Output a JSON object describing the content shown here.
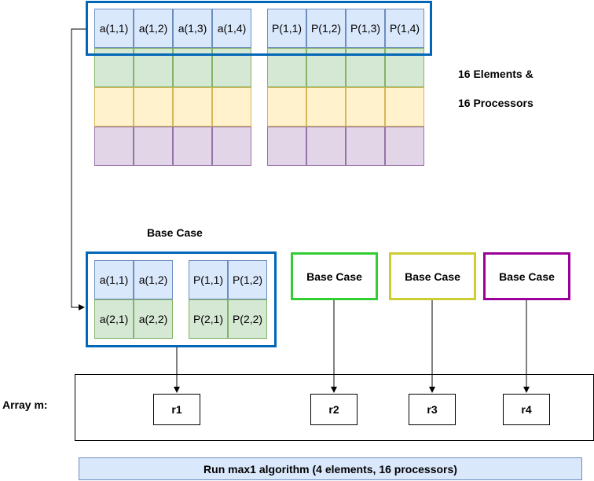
{
  "colors": {
    "blue_fill": "#dae8fc",
    "green_fill": "#d5e8d4",
    "yellow_fill": "#fff2cc",
    "purple_fill": "#e1d5e7",
    "highlight_blue": "#0066b8",
    "green_outline": "#33cc33",
    "yellow_outline": "#cccc33",
    "purple_outline": "#990099"
  },
  "top_grid": {
    "a_row": [
      "a(1,1)",
      "a(1,2)",
      "a(1,3)",
      "a(1,4)"
    ],
    "p_row": [
      "P(1,1)",
      "P(1,2)",
      "P(1,3)",
      "P(1,4)"
    ]
  },
  "annotation": {
    "line1": "16 Elements &",
    "line2": "16 Processors"
  },
  "base_case_group": {
    "title": "Base Case",
    "a_cells": [
      "a(1,1)",
      "a(1,2)",
      "a(2,1)",
      "a(2,2)"
    ],
    "p_cells": [
      "P(1,1)",
      "P(1,2)",
      "P(2,1)",
      "P(2,2)"
    ]
  },
  "base_cases": [
    "Base Case",
    "Base Case",
    "Base Case"
  ],
  "array_m": {
    "label": "Array m:",
    "results": [
      "r1",
      "r2",
      "r3",
      "r4"
    ]
  },
  "footer": {
    "text": "Run max1 algorithm (4 elements, 16 processors)"
  }
}
